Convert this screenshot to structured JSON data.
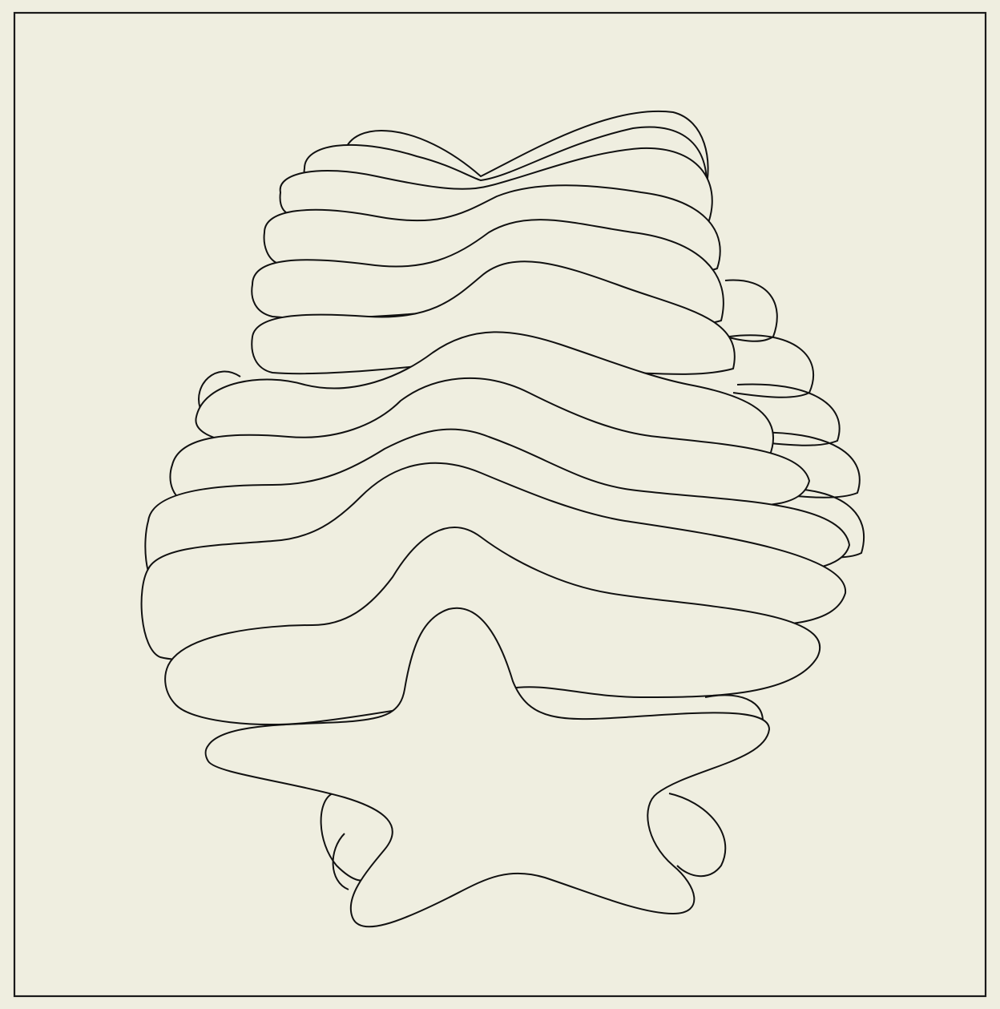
{
  "figure": {
    "kind": "line-drawing",
    "subject": "stack-of-wavy-contours-ending-in-star",
    "contour_count": 11,
    "colors": {
      "paper": "#efeee0",
      "ink": "#111111"
    }
  }
}
